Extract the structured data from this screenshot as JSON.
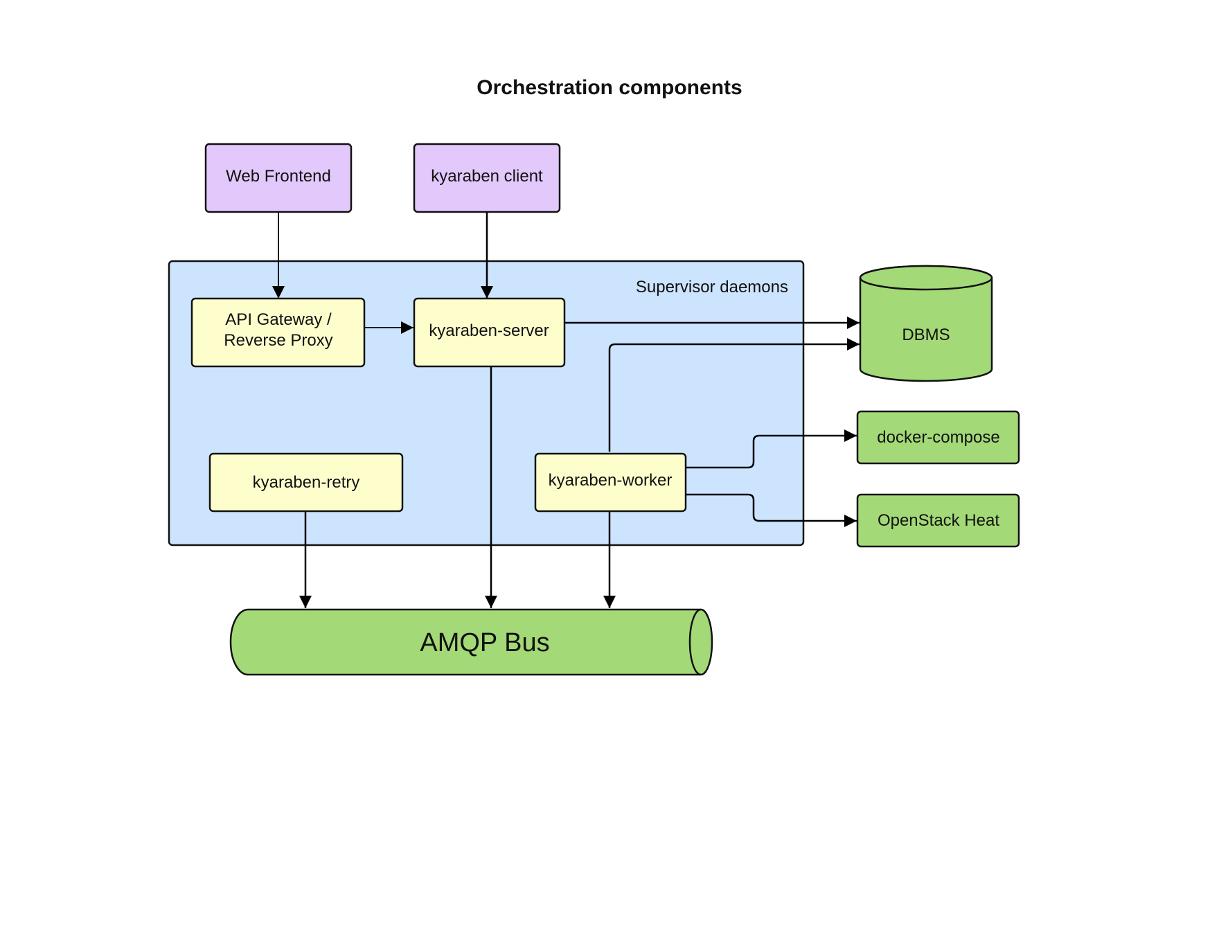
{
  "title": "Orchestration components",
  "colors": {
    "client_fill": "#e3c8fb",
    "daemon_fill": "#fefecd",
    "group_fill": "#cce4fd",
    "external_fill": "#a3d977",
    "stroke": "#111111"
  },
  "group": {
    "label": "Supervisor daemons"
  },
  "nodes": {
    "web_frontend": "Web Frontend",
    "kyaraben_client": "kyaraben client",
    "api_gateway_line1": "API Gateway /",
    "api_gateway_line2": "Reverse Proxy",
    "kyaraben_server": "kyaraben-server",
    "kyaraben_retry": "kyaraben-retry",
    "kyaraben_worker": "kyaraben-worker",
    "dbms": "DBMS",
    "docker_compose": "docker-compose",
    "openstack_heat": "OpenStack Heat",
    "amqp_bus": "AMQP Bus"
  },
  "edges": [
    {
      "from": "Web Frontend",
      "to": "API Gateway / Reverse Proxy"
    },
    {
      "from": "kyaraben client",
      "to": "kyaraben-server"
    },
    {
      "from": "API Gateway / Reverse Proxy",
      "to": "kyaraben-server"
    },
    {
      "from": "kyaraben-server",
      "to": "DBMS"
    },
    {
      "from": "kyaraben-worker",
      "to": "DBMS"
    },
    {
      "from": "kyaraben-worker",
      "to": "docker-compose"
    },
    {
      "from": "kyaraben-worker",
      "to": "OpenStack Heat"
    },
    {
      "from": "kyaraben-retry",
      "to": "AMQP Bus"
    },
    {
      "from": "kyaraben-server",
      "to": "AMQP Bus"
    },
    {
      "from": "kyaraben-worker",
      "to": "AMQP Bus"
    }
  ]
}
